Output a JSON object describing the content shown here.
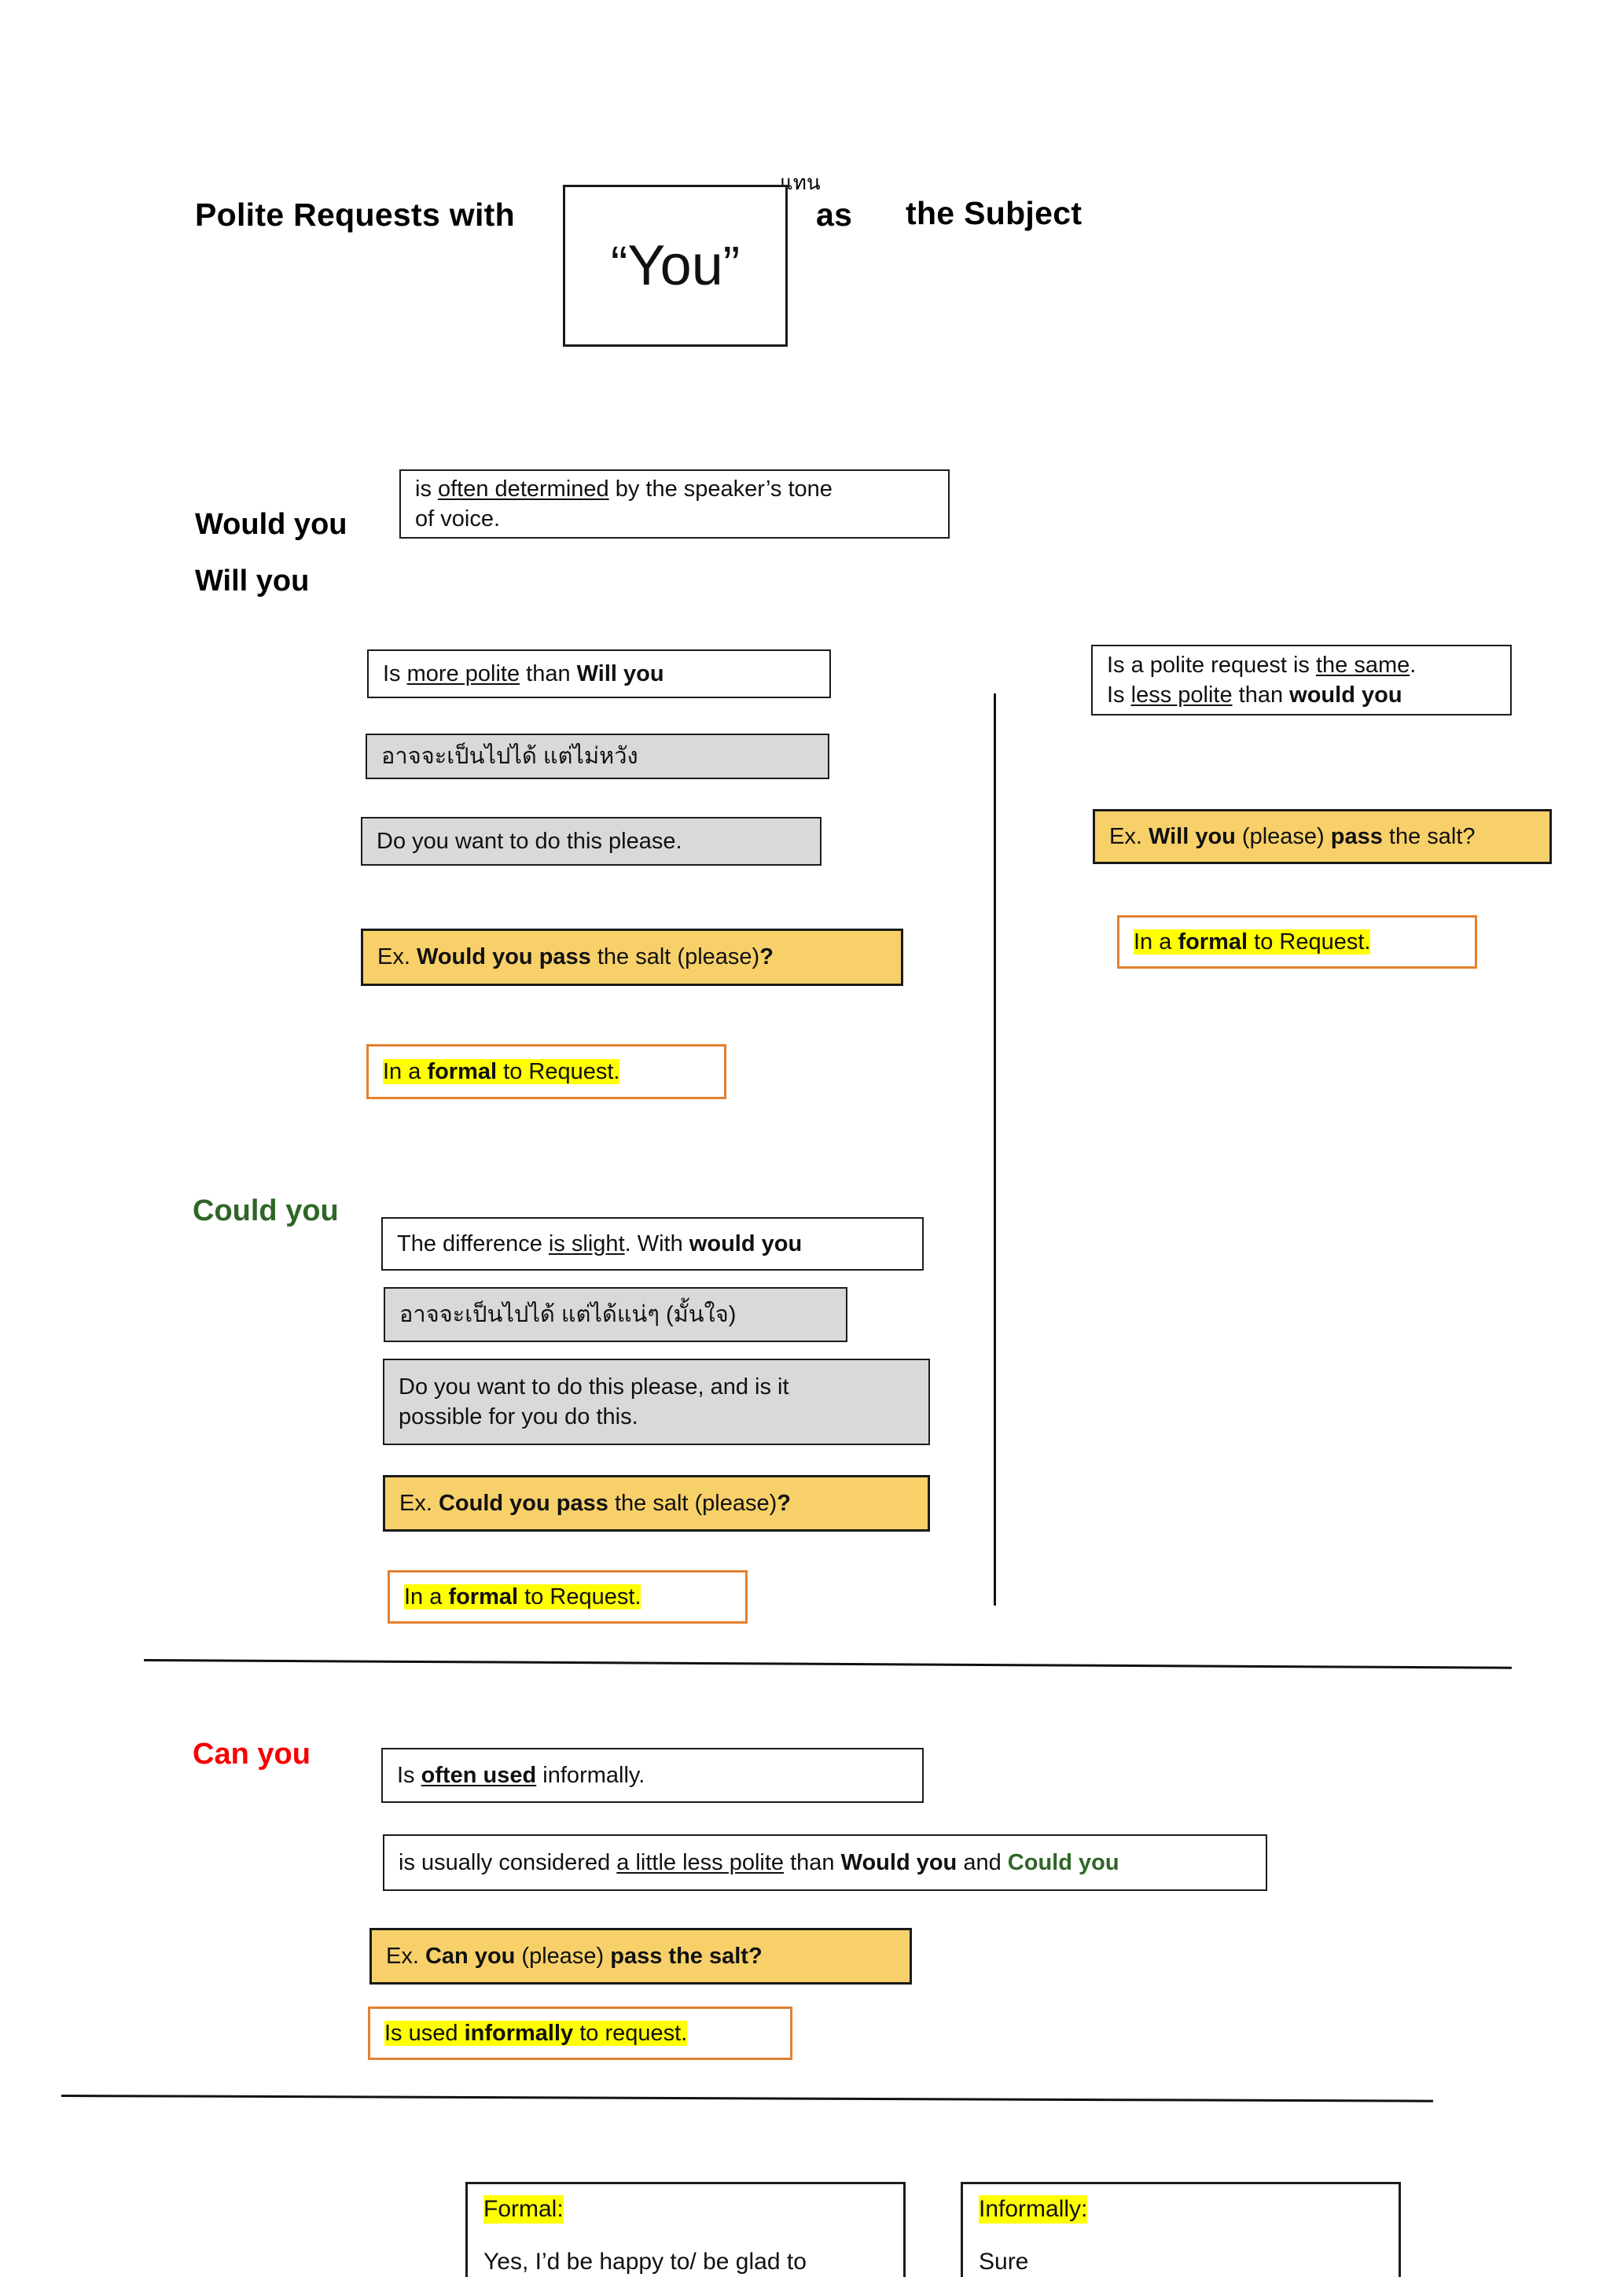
{
  "title": {
    "prefix": "Polite Requests with",
    "boxed_word": "You",
    "open_quote": "“",
    "close_quote": "”",
    "thai_note": "แทน",
    "middle": "as",
    "suffix": "the Subject"
  },
  "sections": {
    "would_will": {
      "label_line1": "Would you",
      "label_line2": "Will you",
      "top_note": {
        "line1_a": "is ",
        "line1_underlined": "often determined",
        "line1_b": " by the speaker’s tone",
        "line2": "of voice."
      },
      "left": {
        "compare": {
          "a": "Is ",
          "underlined": "more polite",
          "b": " than ",
          "bold": "Will you"
        },
        "thai": "อาจจะเป็นไปได้ แต่ไม่หวัง",
        "gloss": "Do you want to do this please.",
        "example": {
          "lead": "Ex. ",
          "bold": "Would you pass",
          "rest": " the salt (please)",
          "mark": "?"
        },
        "formal": {
          "a": "In a ",
          "bold": "formal",
          "b": " to Request."
        }
      },
      "right": {
        "compare_line1": {
          "a": "Is a polite request is ",
          "underlined": "the same",
          "b": "."
        },
        "compare_line2": {
          "a": "Is ",
          "underlined": "less polite",
          "b": " than ",
          "bold": "would you"
        },
        "example": {
          "lead": "Ex. ",
          "bold1": "Will you",
          "mid": " (please) ",
          "bold2": "pass",
          "rest": " the salt?"
        },
        "formal": {
          "a": "In a ",
          "bold": "formal",
          "b": " to Request."
        }
      }
    },
    "could_you": {
      "label": "Could you",
      "compare": {
        "a": "The difference ",
        "underlined": "is slight",
        "b": ". With ",
        "bold": "would you"
      },
      "thai": "อาจจะเป็นไปได้ แต่ได้แน่ๆ (มั้นใจ)",
      "gloss_line1": "Do you want to do this please, and is it",
      "gloss_line2": "possible for you do this.",
      "example": {
        "lead": "Ex. ",
        "bold": "Could you pass",
        "rest": " the salt (please)",
        "mark": "?"
      },
      "formal": {
        "a": "In a ",
        "bold": "formal",
        "b": " to Request."
      }
    },
    "can_you": {
      "label": "Can you",
      "note": {
        "a": "Is ",
        "underlined_bold": "often used",
        "b": " informally."
      },
      "compare": {
        "a": "is usually considered ",
        "underlined": "a little less polite",
        "b": " than ",
        "bold1": "Would you",
        "mid": " and ",
        "green": "Could you"
      },
      "example": {
        "lead": "Ex. ",
        "bold1": "Can you",
        "mid": " (please) ",
        "bold2": "pass the salt?"
      },
      "informal": {
        "a": "Is used ",
        "bold": "informally",
        "b": " to request."
      }
    },
    "answers": {
      "formal": {
        "title": "Formal:",
        "body": "Yes, I’d be happy to/ be glad to"
      },
      "informal": {
        "title": "Informally:",
        "body": "Sure"
      }
    }
  },
  "colors": {
    "green": "#2E6626",
    "red": "#F70000",
    "amber": "#F8D06A",
    "orange_border": "#E3812F",
    "highlight": "#FFFF00",
    "grey_fill": "#D9D9D9"
  }
}
